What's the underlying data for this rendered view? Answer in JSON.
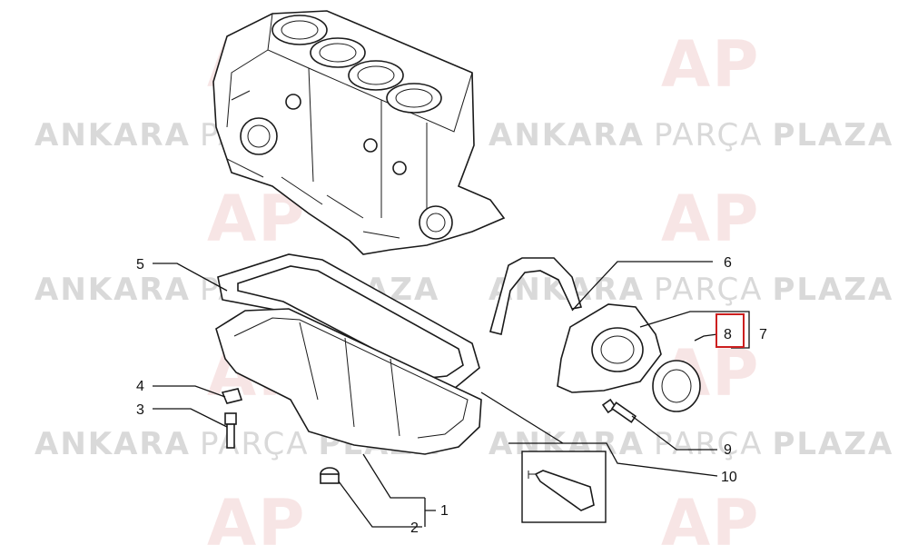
{
  "watermark": {
    "brand_bold_1": "ANKARA",
    "brand_light": "PARÇA",
    "brand_bold_2": "PLAZA",
    "logo_letters": "AP",
    "color": "#d9d9d9",
    "logo_color": "#f2d0d0"
  },
  "callouts": {
    "c1": "1",
    "c2": "2",
    "c3": "3",
    "c4": "4",
    "c5": "5",
    "c6": "6",
    "c7": "7",
    "c8": "8",
    "c9": "9",
    "c10": "10"
  },
  "highlight": {
    "target": "8",
    "color": "#cc1f1f"
  }
}
